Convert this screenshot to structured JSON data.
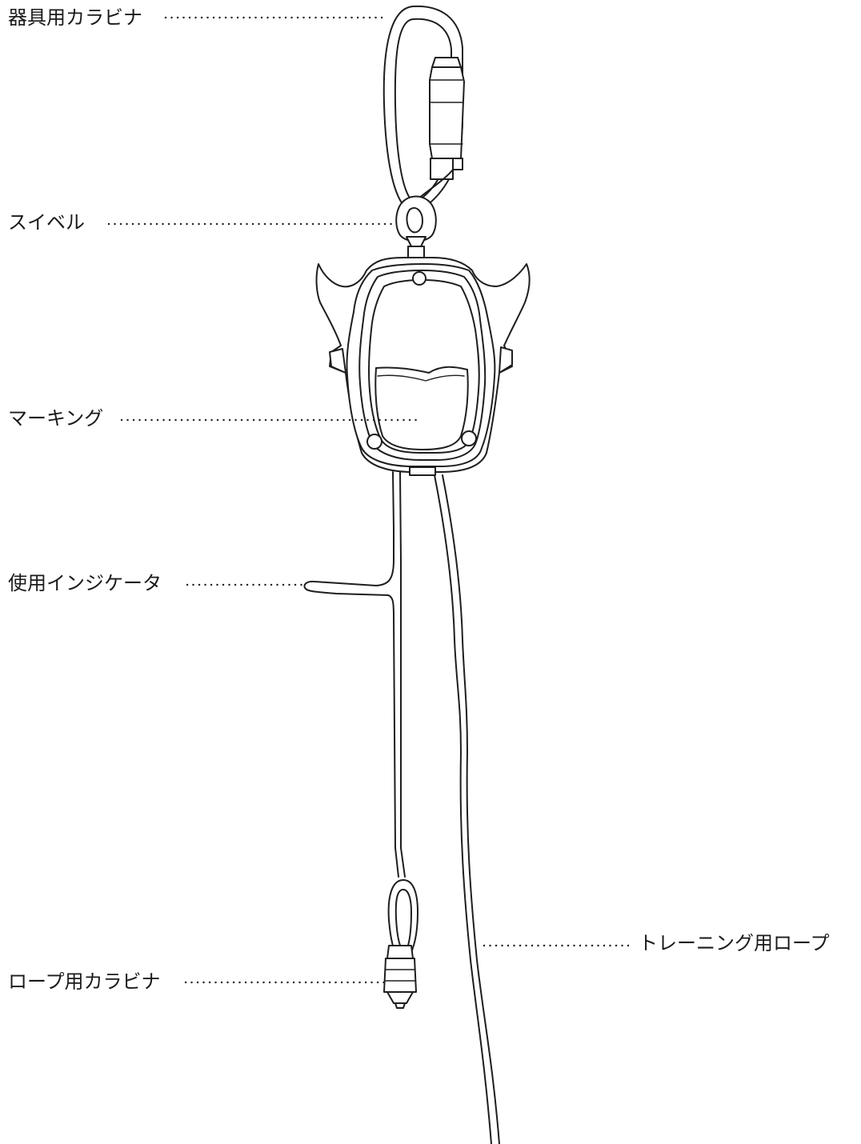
{
  "labels": {
    "equipment_carabiner": "器具用カラビナ",
    "swivel": "スイベル",
    "marking": "マーキング",
    "usage_indicator": "使用インジケータ",
    "rope_carabiner": "ロープ用カラビナ",
    "training_rope": "トレーニング用ロープ"
  },
  "colors": {
    "line": "#1e1e1e",
    "background": "#ffffff",
    "text": "#1a1a1a"
  }
}
